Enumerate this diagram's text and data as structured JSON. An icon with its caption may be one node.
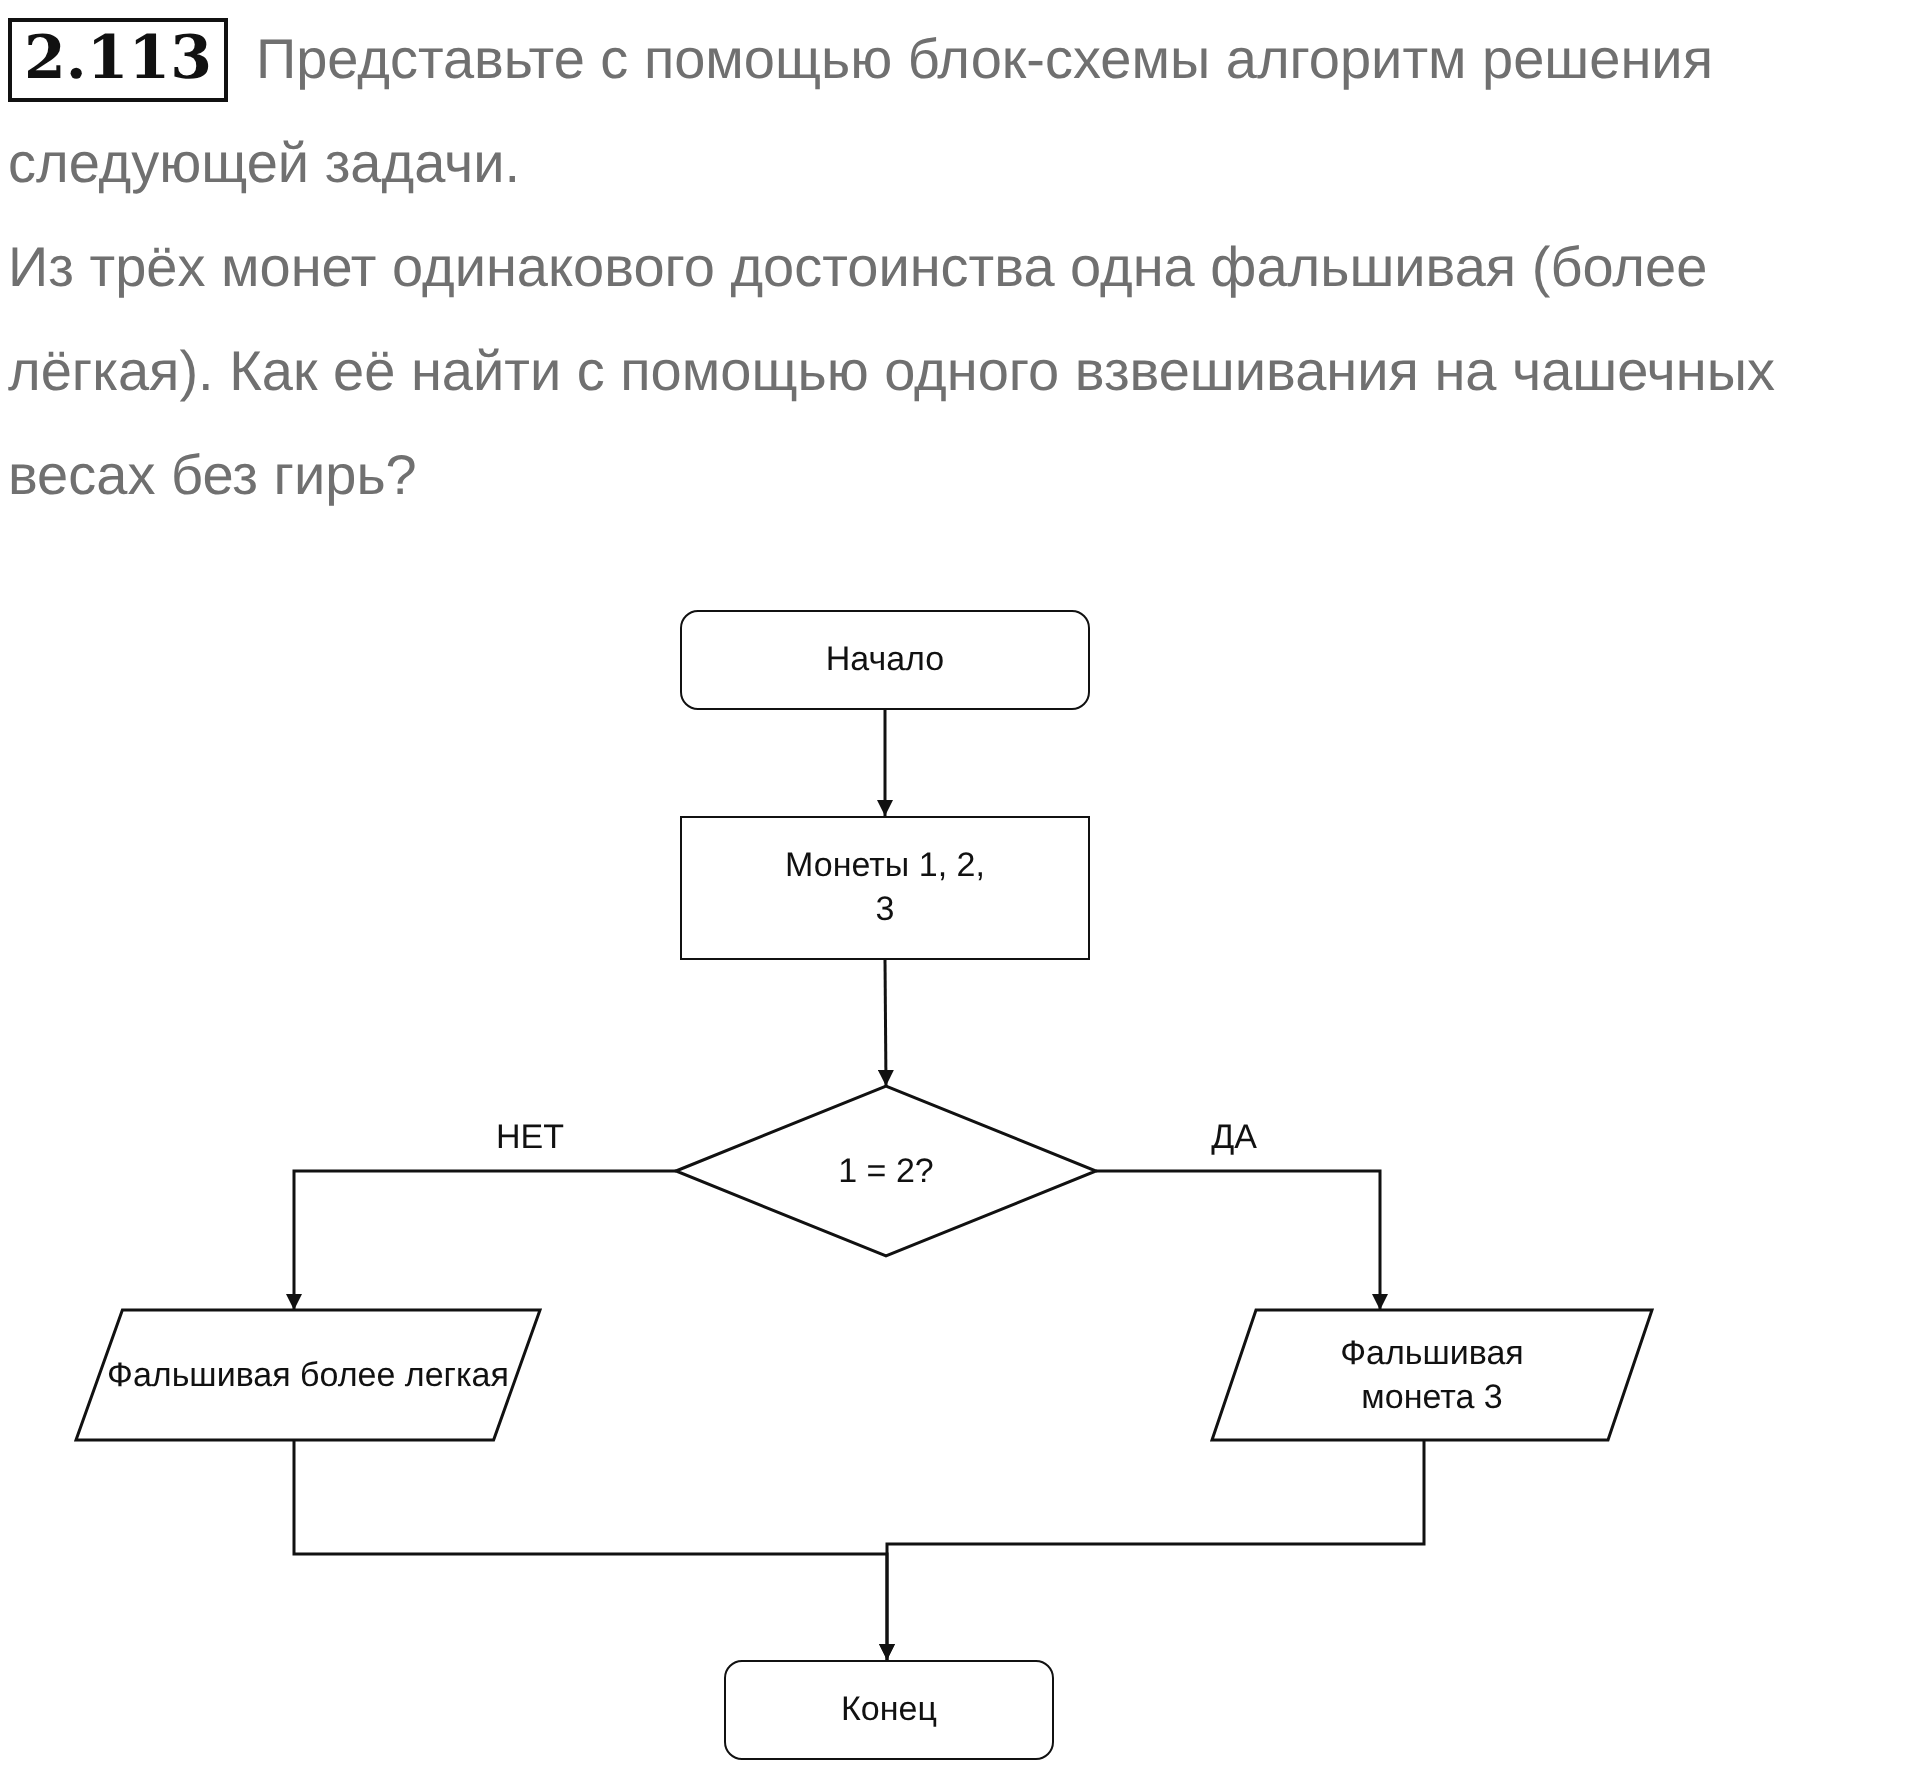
{
  "diagram": {
    "title": "Представьте с помощью блок-схемы алгоритм решения следующей задачи.",
    "labels": [
      "2.113",
      "Из трёх монет одинакового достоинства одна фальшивая (более лёгкая). Как её найти с помощью одного взвешивания на чашечных весах без гирь?"
    ],
    "nodes": [
      {
        "text": [
          "Начало"
        ]
      },
      {
        "text": [
          "Монеты 1, 2, 3"
        ]
      },
      {
        "text": [
          "1 = 2?"
        ]
      },
      {
        "text": [
          "Фальшивая более легкая"
        ]
      },
      {
        "text": [
          "Фальшивая монета 3"
        ]
      },
      {
        "text": [
          "Конец"
        ]
      }
    ],
    "edges": [
      {
        "from": 0,
        "to": 1,
        "arrow": "to"
      },
      {
        "from": 1,
        "to": 2,
        "arrow": "to"
      },
      {
        "from": 2,
        "to": 3,
        "arrow": "to",
        "label": "НЕТ"
      },
      {
        "from": 2,
        "to": 4,
        "arrow": "to",
        "label": "ДА"
      },
      {
        "from": 3,
        "to": 5,
        "arrow": "to"
      },
      {
        "from": 4,
        "to": 5,
        "arrow": "to"
      }
    ]
  }
}
